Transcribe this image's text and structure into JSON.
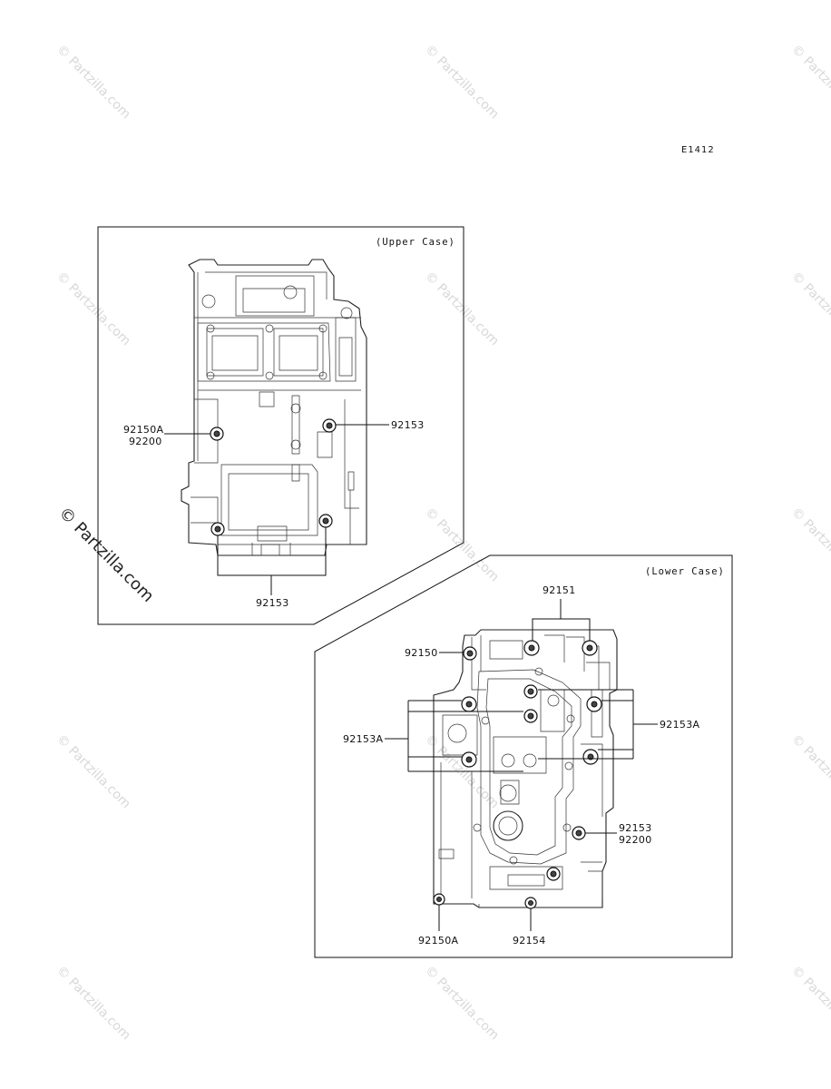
{
  "diagram_code": "E1412",
  "watermark": "© Partzilla.com",
  "upper_case": {
    "caption": "(Upper Case)",
    "labels": {
      "left_top": "92150A",
      "left_bottom": "92200",
      "right": "92153",
      "bottom": "92153"
    }
  },
  "lower_case": {
    "caption": "(Lower Case)",
    "labels": {
      "top": "92151",
      "top_left": "92150",
      "left": "92153A",
      "right": "92153A",
      "right_low_top": "92153",
      "right_low_bottom": "92200",
      "bottom_left": "92150A",
      "bottom_center": "92154"
    }
  }
}
